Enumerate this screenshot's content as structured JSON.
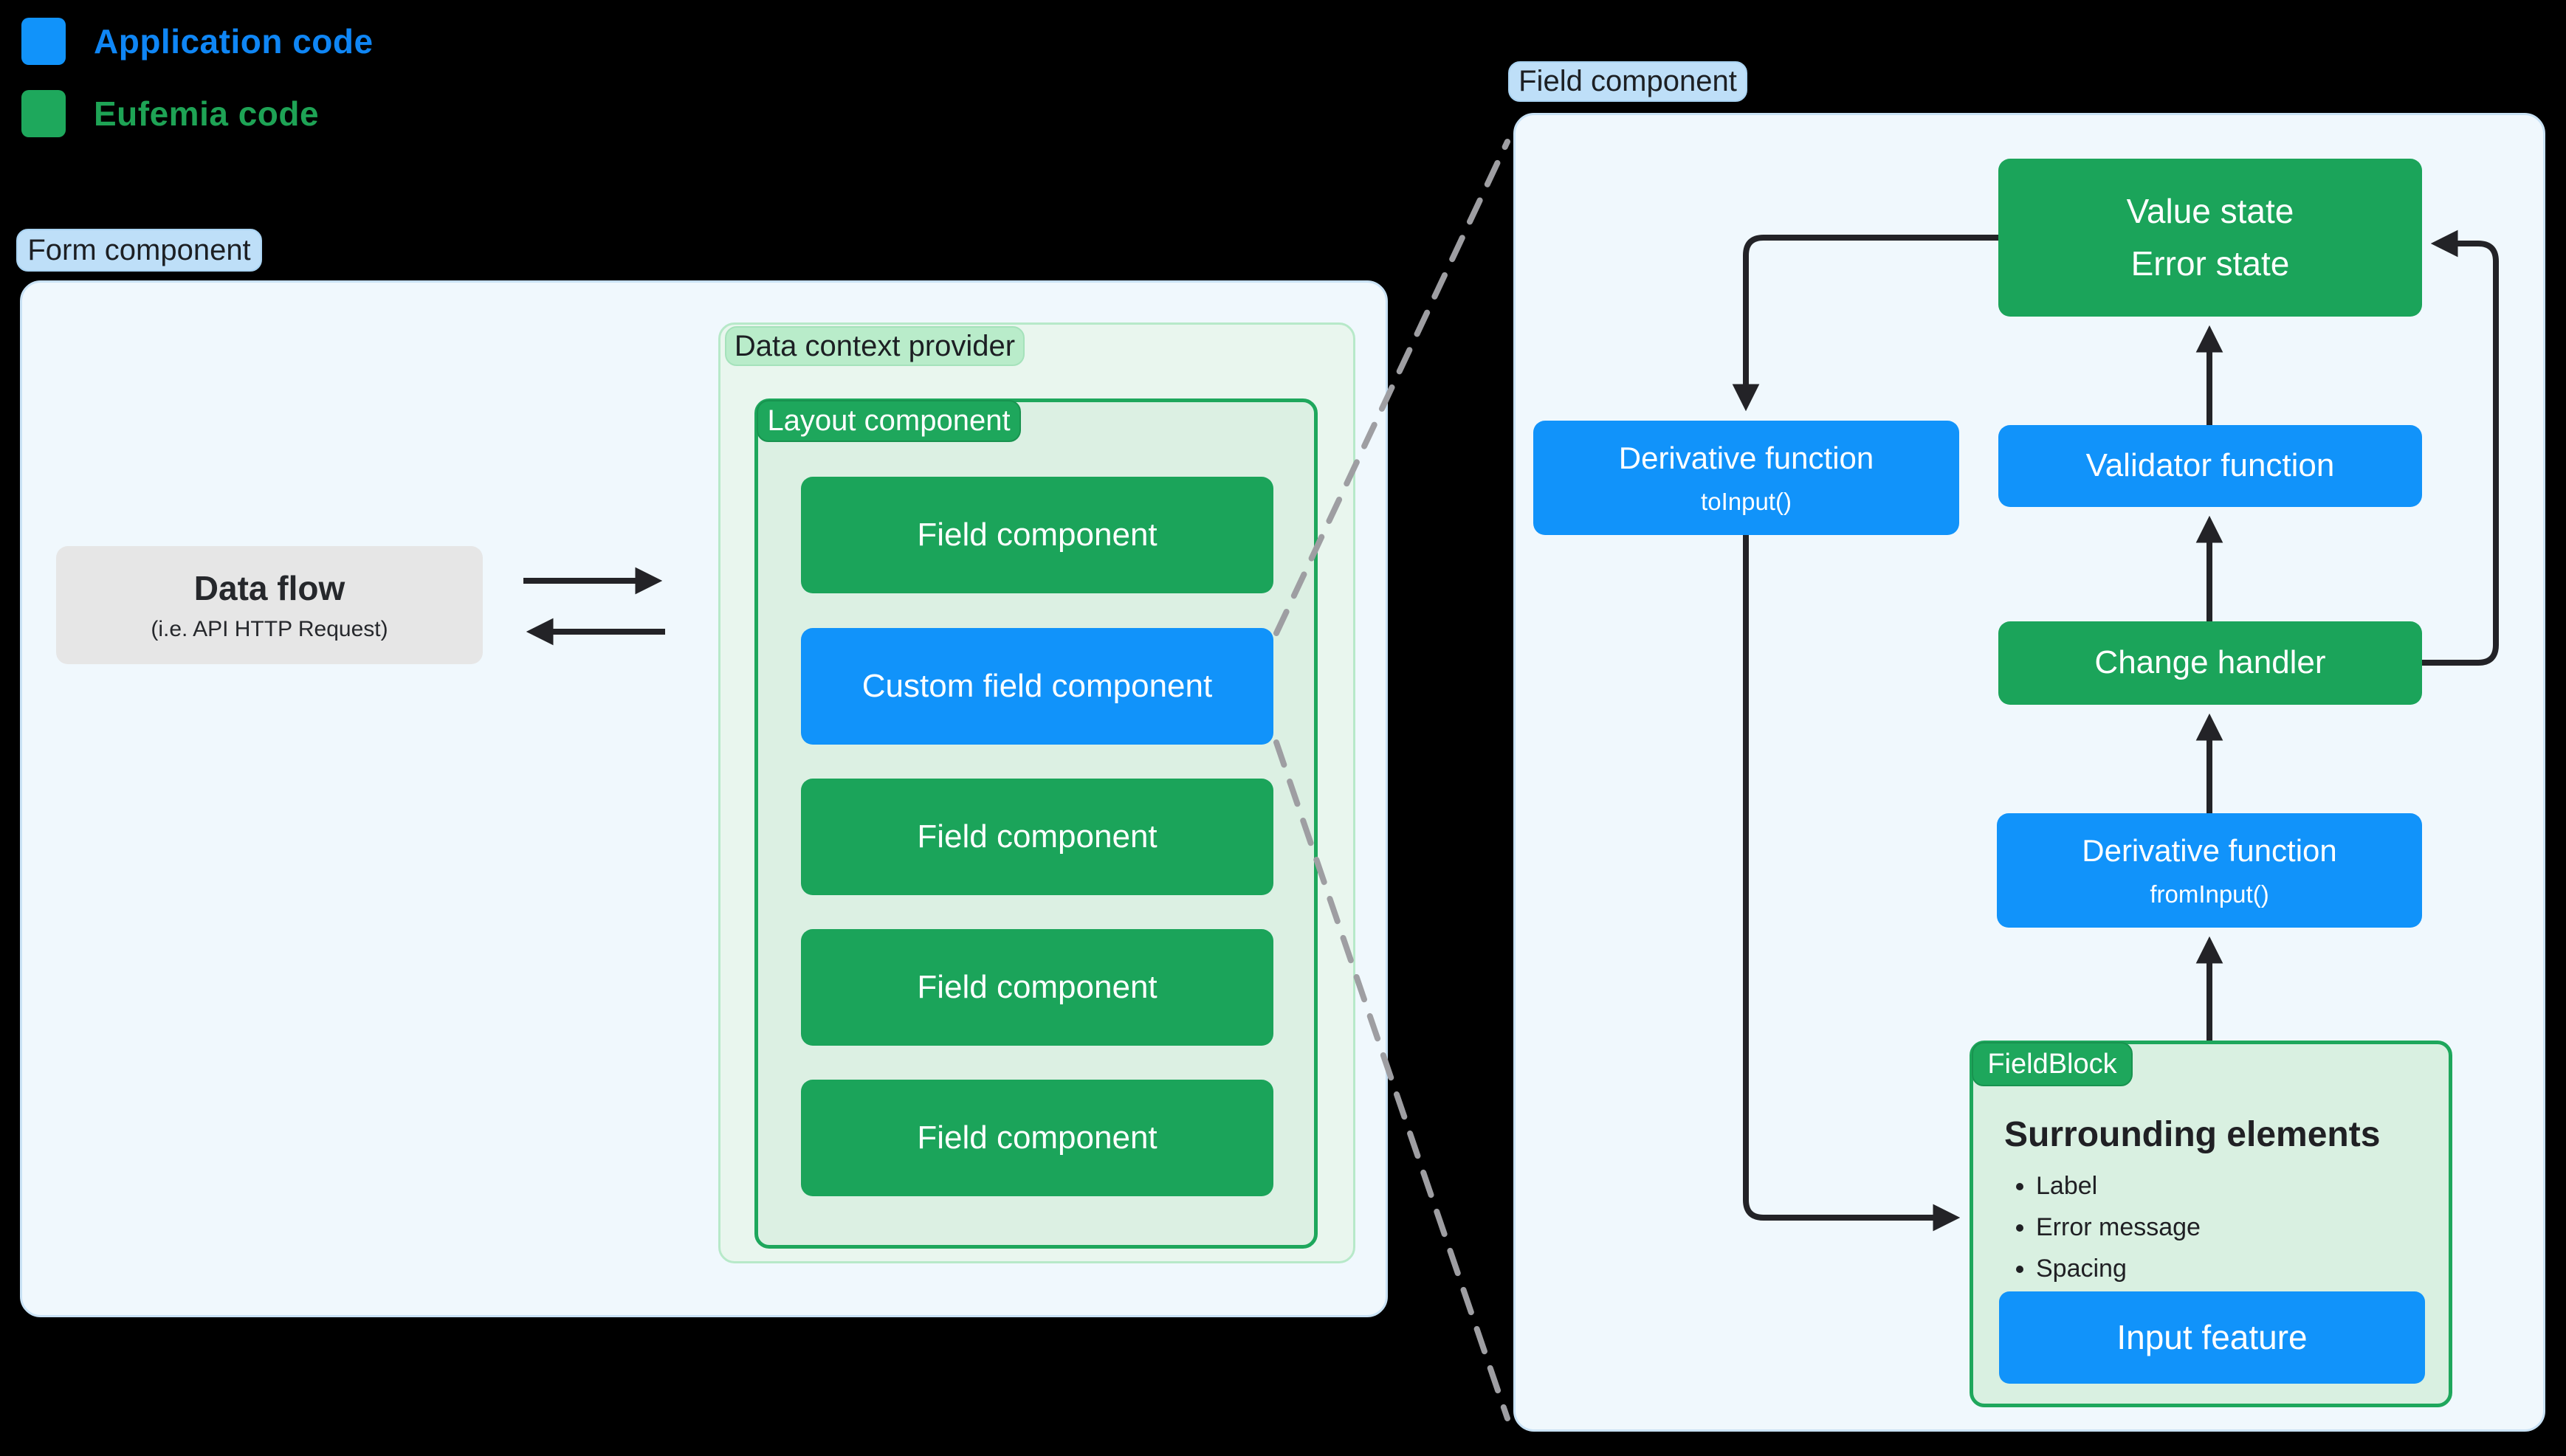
{
  "legend": {
    "items": [
      {
        "label": "Application code",
        "color": "#1193fa"
      },
      {
        "label": "Eufemia code",
        "color": "#1ea85c"
      }
    ]
  },
  "left_panel": {
    "badge": "Form component",
    "data_flow": {
      "title": "Data flow",
      "subtitle": "(i.e. API HTTP Request)"
    },
    "data_context": {
      "badge": "Data context provider"
    },
    "layout": {
      "badge": "Layout component",
      "stack": [
        {
          "label": "Field component",
          "type": "eufemia"
        },
        {
          "label": "Custom field component",
          "type": "application"
        },
        {
          "label": "Field component",
          "type": "eufemia"
        },
        {
          "label": "Field component",
          "type": "eufemia"
        },
        {
          "label": "Field component",
          "type": "eufemia"
        }
      ]
    }
  },
  "right_panel": {
    "badge": "Field component",
    "value_state": {
      "lines": [
        "Value state",
        "Error state"
      ]
    },
    "derivative_to": {
      "title": "Derivative function",
      "code": "toInput()"
    },
    "validator": {
      "label": "Validator function"
    },
    "change_handler": {
      "label": "Change handler"
    },
    "derivative_from": {
      "title": "Derivative function",
      "code": "fromInput()"
    },
    "fieldblock": {
      "badge": "FieldBlock",
      "heading": "Surrounding elements",
      "bullets": [
        "Label",
        "Error message",
        "Spacing"
      ],
      "input_label": "Input feature"
    }
  },
  "colors": {
    "application_blue": "#1193fa",
    "eufemia_green": "#1ea75c",
    "panel_bg": "#f0f8fd",
    "panel_border": "#c9e2f5",
    "light_green_bg": "#e9f6ee",
    "layout_bg": "#dcf0e3",
    "badge_blue_bg": "#bedff8",
    "badge_green_bg": "#b9ecca",
    "gray_box": "#e6e6e6",
    "arrow": "#232327",
    "dashed_line": "#9e9ea2",
    "background": "#000000"
  },
  "edges": [
    {
      "from": "data-flow",
      "to": "data-context-provider",
      "style": "arrow-right"
    },
    {
      "from": "data-context-provider",
      "to": "data-flow",
      "style": "arrow-left"
    },
    {
      "from": "value-state",
      "to": "derivative-toinput",
      "style": "arrow"
    },
    {
      "from": "derivative-toinput",
      "to": "fieldblock",
      "style": "arrow"
    },
    {
      "from": "fieldblock",
      "to": "derivative-frominput",
      "style": "arrow"
    },
    {
      "from": "derivative-frominput",
      "to": "change-handler",
      "style": "arrow"
    },
    {
      "from": "change-handler",
      "to": "validator-function",
      "style": "arrow"
    },
    {
      "from": "validator-function",
      "to": "value-state",
      "style": "arrow"
    },
    {
      "from": "change-handler",
      "to": "value-state",
      "style": "arrow-loop-right"
    },
    {
      "from": "custom-field-component",
      "to": "field-component-detail-panel",
      "style": "dashed-zoom"
    }
  ]
}
